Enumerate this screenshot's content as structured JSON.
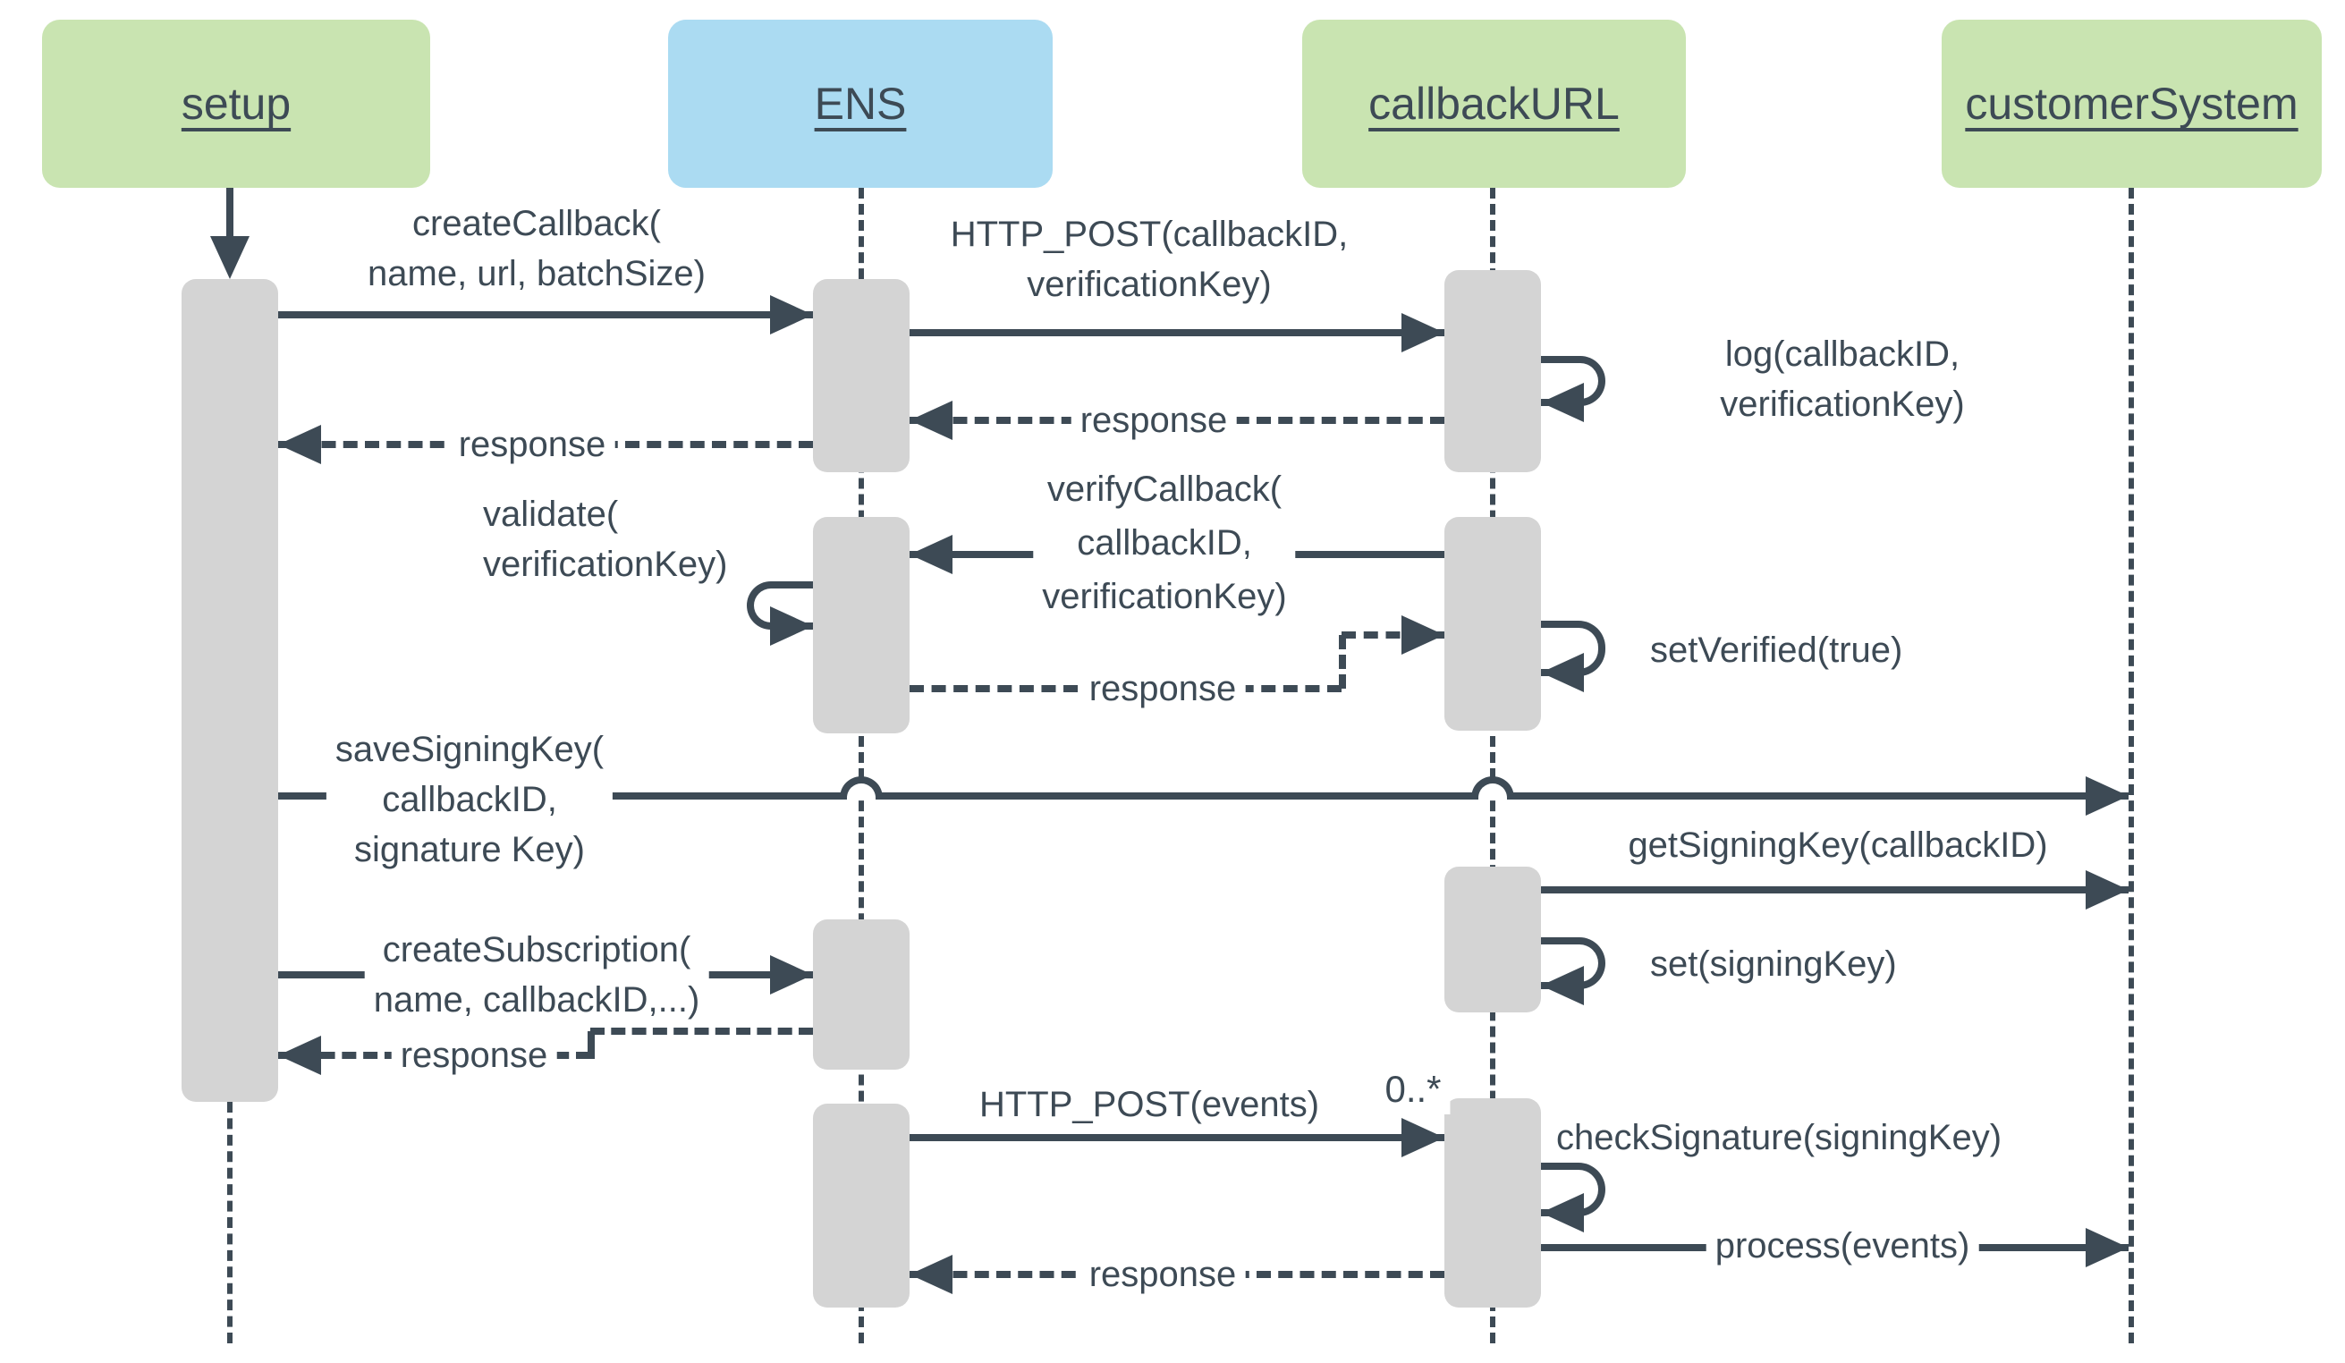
{
  "diagram_type": "uml-sequence-diagram",
  "colors": {
    "line_and_text": "#3d4a55",
    "participant_green": "#c9e4b1",
    "participant_blue": "#abdbf2",
    "activation_gray": "#d4d4d4",
    "background": "#ffffff"
  },
  "participants": [
    {
      "id": "setup",
      "label": "setup",
      "fill": "#c9e4b1"
    },
    {
      "id": "ens",
      "label": "ENS",
      "fill": "#abdbf2"
    },
    {
      "id": "callback-url",
      "label": "callbackURL",
      "fill": "#c9e4b1"
    },
    {
      "id": "customer-system",
      "label": "customerSystem",
      "fill": "#c9e4b1"
    }
  ],
  "messages": {
    "create_callback": {
      "line1": "createCallback(",
      "line2": "name, url, batchSize)"
    },
    "http_post_callback": {
      "line1": "HTTP_POST(callbackID,",
      "line2": "verificationKey)"
    },
    "log_callback": {
      "line1": "log(callbackID,",
      "line2": "verificationKey)"
    },
    "response_cb_to_ens": "response",
    "response_ens_to_setup": "response",
    "validate": {
      "line1": "validate(",
      "line2": "verificationKey)"
    },
    "verify_callback": {
      "line1": "verifyCallback(",
      "line2": "callbackID,",
      "line3": "verificationKey)"
    },
    "response_validate": "response",
    "set_verified": "setVerified(true)",
    "save_signing_key": {
      "line1": "saveSigningKey(",
      "line2": "callbackID,",
      "line3": "signature Key)"
    },
    "get_signing_key": "getSigningKey(callbackID)",
    "set_signing_key": "set(signingKey)",
    "create_subscription": {
      "line1": "createSubscription(",
      "line2": "name, callbackID,...)"
    },
    "response_subscription": "response",
    "http_post_events": "HTTP_POST(events)",
    "events_multiplicity": "0..*",
    "check_signature": "checkSignature(signingKey)",
    "process_events": "process(events)",
    "response_events": "response"
  }
}
